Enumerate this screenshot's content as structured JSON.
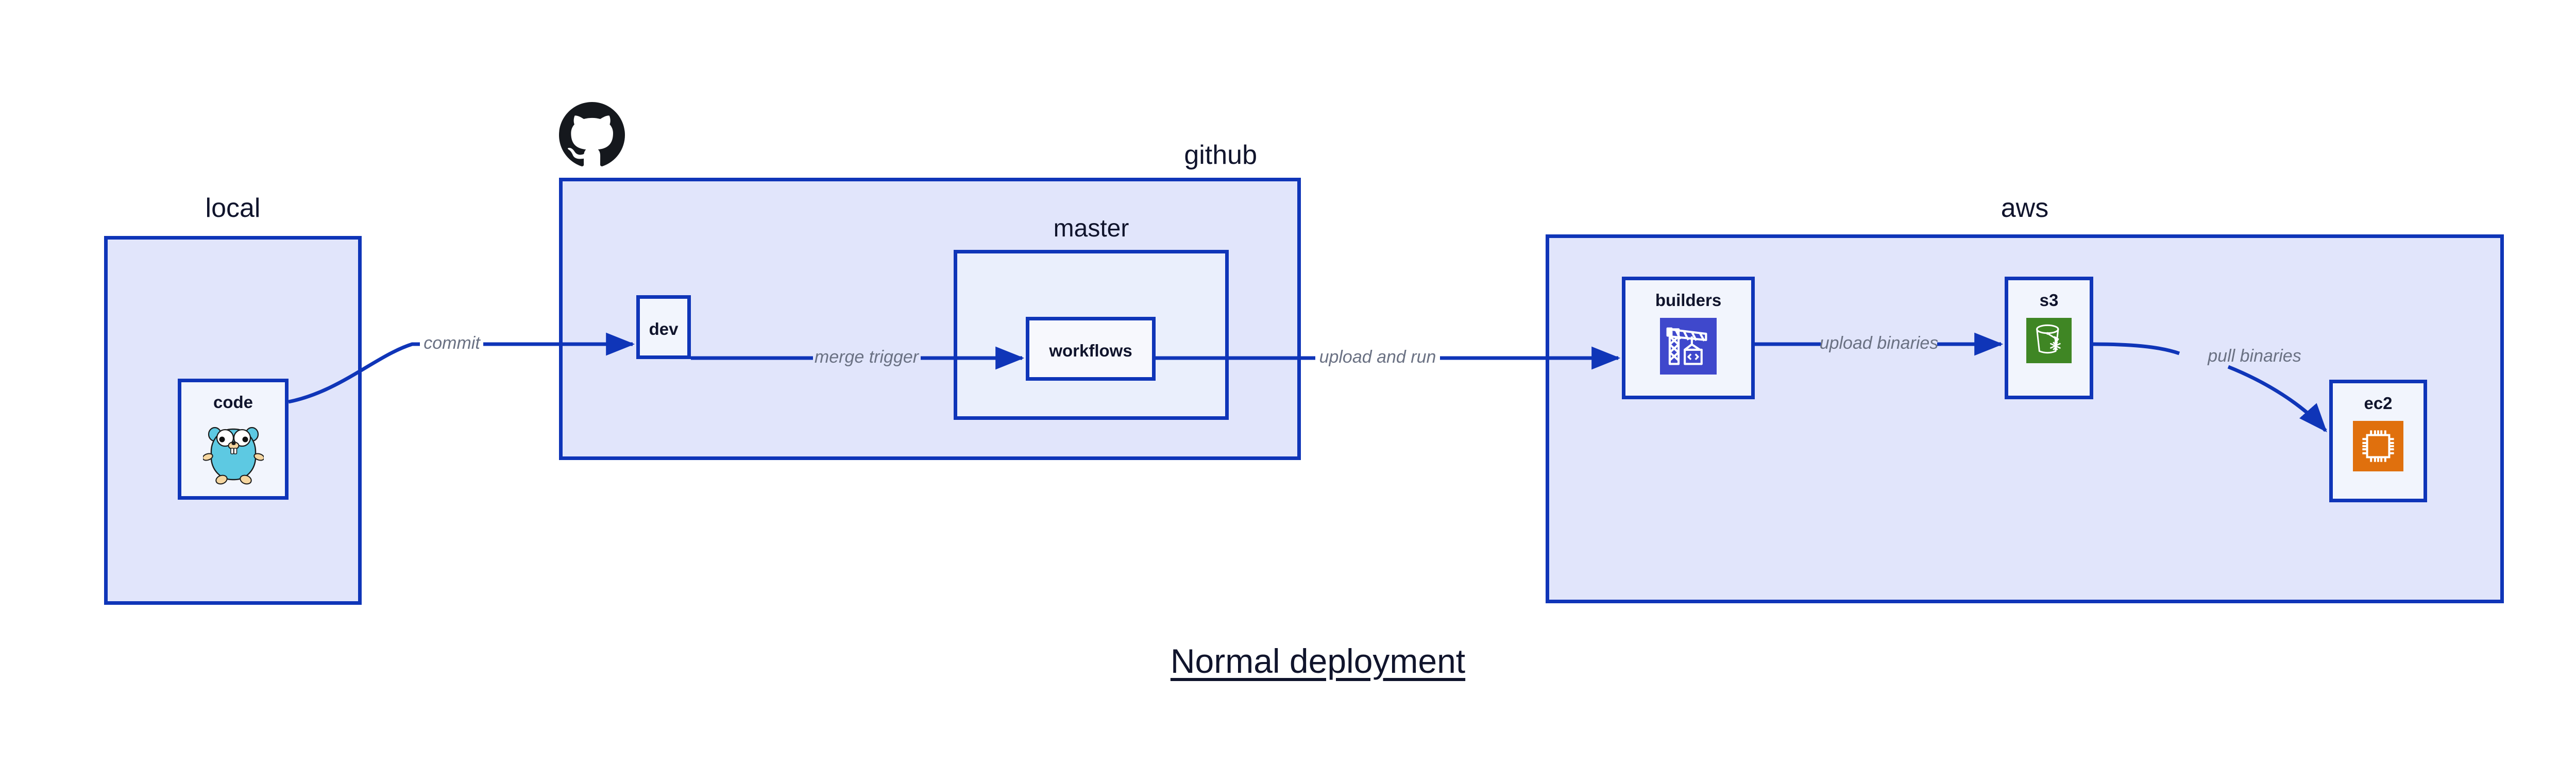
{
  "title": "Normal deployment",
  "colors": {
    "edge": "#0f35b8",
    "group_fill": "#e1e5fb",
    "subgroup_fill": "#eaeffc",
    "node_fill": "#f2f5fd",
    "label_text": "#10142c",
    "edge_label_text": "#6a7183",
    "codebuild_icon": "#3f48cc",
    "s3_glacier_icon": "#3f8624",
    "ec2_icon": "#e0700d",
    "gopher_body": "#5dc9e2",
    "github_mark": "#15181d"
  },
  "groups": [
    {
      "id": "local",
      "label": "local"
    },
    {
      "id": "github",
      "label": "github"
    },
    {
      "id": "master",
      "label": "master"
    },
    {
      "id": "aws",
      "label": "aws"
    }
  ],
  "nodes": [
    {
      "id": "code",
      "label": "code",
      "icon": "go-gopher-icon",
      "group": "local"
    },
    {
      "id": "dev",
      "label": "dev",
      "icon": null,
      "group": "github"
    },
    {
      "id": "workflows",
      "label": "workflows",
      "icon": null,
      "group": "master"
    },
    {
      "id": "builders",
      "label": "builders",
      "icon": "aws-codebuild-icon",
      "group": "aws"
    },
    {
      "id": "s3",
      "label": "s3",
      "icon": "aws-s3-glacier-icon",
      "group": "aws"
    },
    {
      "id": "ec2",
      "label": "ec2",
      "icon": "aws-ec2-icon",
      "group": "aws"
    }
  ],
  "edges": [
    {
      "id": "commit",
      "from": "code",
      "to": "dev",
      "label": "commit"
    },
    {
      "id": "merge-trigger",
      "from": "dev",
      "to": "workflows",
      "label": "merge trigger"
    },
    {
      "id": "upload-and-run",
      "from": "workflows",
      "to": "builders",
      "label": "upload and run"
    },
    {
      "id": "upload-binaries",
      "from": "builders",
      "to": "s3",
      "label": "upload binaries"
    },
    {
      "id": "pull-binaries",
      "from": "s3",
      "to": "ec2",
      "label": "pull binaries"
    }
  ],
  "logos": [
    {
      "id": "github-mark",
      "name": "github-octocat-logo"
    }
  ]
}
